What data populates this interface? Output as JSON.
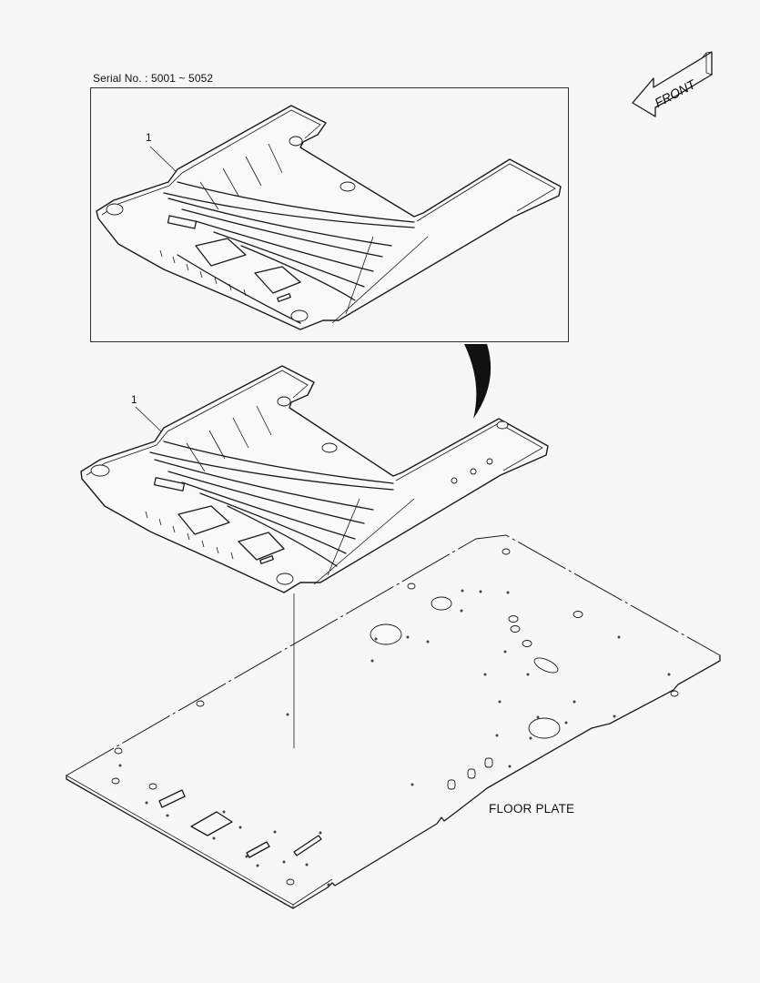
{
  "diagram": {
    "type": "exploded-parts-diagram",
    "inset": {
      "serial_label": "Serial No.  : 5001 ~ 5052",
      "part_callout": "1"
    },
    "main": {
      "part_callout": "1"
    },
    "direction_indicator": {
      "label": "FRONT",
      "icon": "arrow-left-icon"
    },
    "floor_plate": {
      "label": "FLOOR PLATE"
    },
    "colors": {
      "background": "#f7f7f7",
      "line": "#1a1a1a"
    }
  }
}
